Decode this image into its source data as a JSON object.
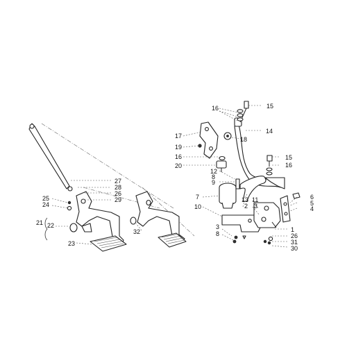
{
  "callouts": {
    "c1": "1",
    "c2": "2",
    "c3a": "3",
    "c3b": "3",
    "c4": "4",
    "c5": "5",
    "c6": "6",
    "c7": "7",
    "c8a": "8",
    "c8b": "8",
    "c9": "9",
    "c10": "10",
    "c11": "11",
    "c12": "12",
    "c13": "13",
    "c14": "14",
    "c15a": "15",
    "c15b": "15",
    "c16a": "16",
    "c16b": "16",
    "c16c": "16",
    "c17": "17",
    "c18": "18",
    "c19": "19",
    "c20": "20",
    "c21": "21",
    "c22": "22",
    "c23": "23",
    "c24": "24",
    "c25": "25",
    "c26a": "26",
    "c26b": "26",
    "c27": "27",
    "c28": "28",
    "c29": "29",
    "c30": "30",
    "c31": "31",
    "c32": "32"
  }
}
